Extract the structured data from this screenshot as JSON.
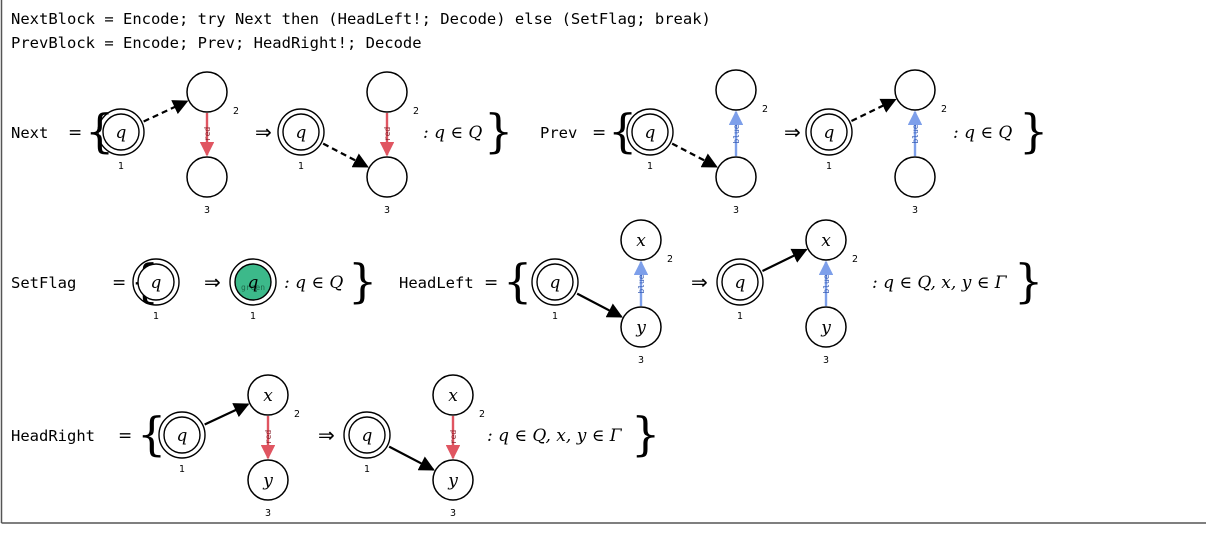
{
  "definitions": [
    "NextBlock = Encode; try Next then (HeadLeft!; Decode) else (SetFlag; break)",
    "PrevBlock = Encode; Prev; HeadRight!; Decode"
  ],
  "symbols": {
    "equals": "=",
    "implies": "⇒",
    "brace_open": "{",
    "brace_close": "}"
  },
  "rules": [
    {
      "name": "Next",
      "condition": ": q ∈ Q",
      "lhs": {
        "nodes": [
          {
            "label": "q",
            "index": "1",
            "double": true
          },
          {
            "label": "",
            "index": "2"
          },
          {
            "label": "",
            "index": "3"
          }
        ],
        "edges": [
          {
            "from": "1",
            "to": "2",
            "style": "dashed"
          },
          {
            "from": "2",
            "to": "3",
            "label": "red",
            "color": "#e05561"
          }
        ]
      },
      "rhs": {
        "nodes": [
          {
            "label": "q",
            "index": "1",
            "double": true
          },
          {
            "label": "",
            "index": "2"
          },
          {
            "label": "",
            "index": "3"
          }
        ],
        "edges": [
          {
            "from": "1",
            "to": "3",
            "style": "dashed"
          },
          {
            "from": "2",
            "to": "3",
            "label": "red",
            "color": "#e05561"
          }
        ]
      }
    },
    {
      "name": "Prev",
      "condition": ": q ∈ Q",
      "lhs": {
        "nodes": [
          {
            "label": "q",
            "index": "1",
            "double": true
          },
          {
            "label": "",
            "index": "2"
          },
          {
            "label": "",
            "index": "3"
          }
        ],
        "edges": [
          {
            "from": "1",
            "to": "3",
            "style": "dashed"
          },
          {
            "from": "3",
            "to": "2",
            "label": "blue",
            "color": "#7d9fea"
          }
        ]
      },
      "rhs": {
        "nodes": [
          {
            "label": "q",
            "index": "1",
            "double": true
          },
          {
            "label": "",
            "index": "2"
          },
          {
            "label": "",
            "index": "3"
          }
        ],
        "edges": [
          {
            "from": "1",
            "to": "2",
            "style": "dashed"
          },
          {
            "from": "3",
            "to": "2",
            "label": "blue",
            "color": "#7d9fea"
          }
        ]
      }
    },
    {
      "name": "SetFlag",
      "condition": ": q ∈ Q",
      "lhs": {
        "nodes": [
          {
            "label": "q",
            "index": "1",
            "double": true
          }
        ]
      },
      "rhs": {
        "nodes": [
          {
            "label": "q",
            "index": "1",
            "double": true,
            "fill": "#3cb98a",
            "fill_label": "green"
          }
        ]
      }
    },
    {
      "name": "HeadLeft",
      "condition": ": q ∈ Q, x, y ∈ Γ",
      "lhs": {
        "nodes": [
          {
            "label": "q",
            "index": "1",
            "double": true
          },
          {
            "label": "x",
            "index": "2"
          },
          {
            "label": "y",
            "index": "3"
          }
        ],
        "edges": [
          {
            "from": "1",
            "to": "3",
            "style": "solid"
          },
          {
            "from": "3",
            "to": "2",
            "label": "blue",
            "color": "#7d9fea"
          }
        ]
      },
      "rhs": {
        "nodes": [
          {
            "label": "q",
            "index": "1",
            "double": true
          },
          {
            "label": "x",
            "index": "2"
          },
          {
            "label": "y",
            "index": "3"
          }
        ],
        "edges": [
          {
            "from": "1",
            "to": "2",
            "style": "solid"
          },
          {
            "from": "3",
            "to": "2",
            "label": "blue",
            "color": "#7d9fea"
          }
        ]
      }
    },
    {
      "name": "HeadRight",
      "condition": ": q ∈ Q, x, y ∈ Γ",
      "lhs": {
        "nodes": [
          {
            "label": "q",
            "index": "1",
            "double": true
          },
          {
            "label": "x",
            "index": "2"
          },
          {
            "label": "y",
            "index": "3"
          }
        ],
        "edges": [
          {
            "from": "1",
            "to": "2",
            "style": "solid"
          },
          {
            "from": "2",
            "to": "3",
            "label": "red",
            "color": "#e05561"
          }
        ]
      },
      "rhs": {
        "nodes": [
          {
            "label": "q",
            "index": "1",
            "double": true
          },
          {
            "label": "x",
            "index": "2"
          },
          {
            "label": "y",
            "index": "3"
          }
        ],
        "edges": [
          {
            "from": "1",
            "to": "3",
            "style": "solid"
          },
          {
            "from": "2",
            "to": "3",
            "label": "red",
            "color": "#e05561"
          }
        ]
      }
    }
  ]
}
